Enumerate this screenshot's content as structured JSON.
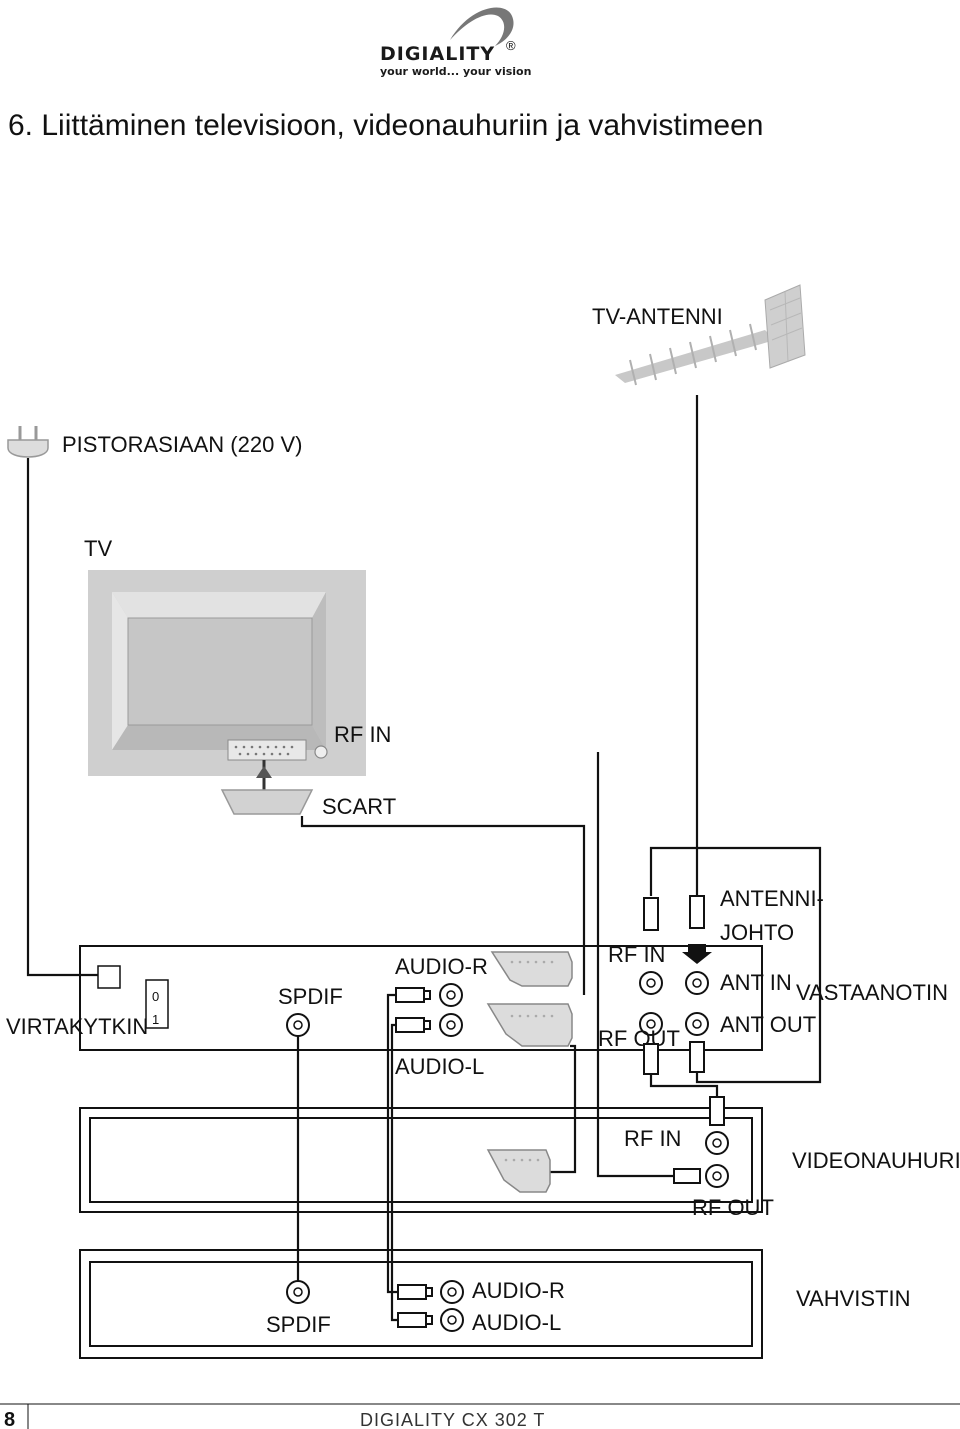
{
  "logo": {
    "brand": "DIGIALITY",
    "registered": "®",
    "tagline": "your world... your vision"
  },
  "heading": "6. Liittäminen televisioon, videonauhuriin ja vahvistimeen",
  "labels": {
    "tv_antenna": "TV-ANTENNI",
    "wall_socket": "PISTORASIAAN (220 V)",
    "tv": "TV",
    "tv_rf_in": "RF IN",
    "scart": "SCART",
    "antenna_cable_1": "ANTENNI-",
    "antenna_cable_2": "JOHTO",
    "receiver_audio_r": "AUDIO-R",
    "receiver_audio_l": "AUDIO-L",
    "receiver_spdif": "SPDIF",
    "power_switch": "VIRTAKYTKIN",
    "switch_off": "0",
    "switch_on": "1",
    "receiver_rf_in": "RF IN",
    "receiver_rf_out": "RF OUT",
    "ant_in": "ANT IN",
    "ant_out": "ANT OUT",
    "receiver": "VASTAANOTIN",
    "vcr_rf_in": "RF IN",
    "vcr_rf_out": "RF OUT",
    "vcr": "VIDEONAUHURI",
    "amp_spdif": "SPDIF",
    "amp_audio_r": "AUDIO-R",
    "amp_audio_l": "AUDIO-L",
    "amplifier": "VAHVISTIN"
  },
  "footer": {
    "page_number": "8",
    "product": "DIGIALITY CX 302 T"
  }
}
